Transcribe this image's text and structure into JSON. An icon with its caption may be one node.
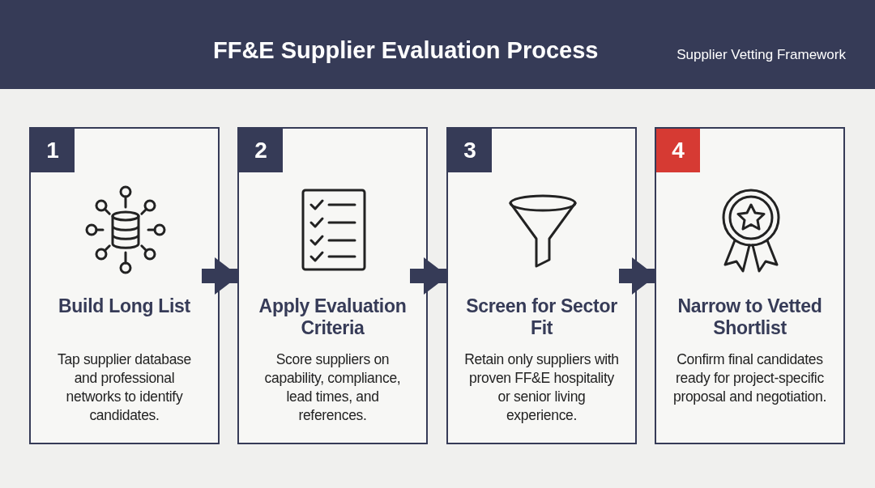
{
  "diagram": {
    "title": "FF&E Supplier Evaluation Process",
    "nodes": [
      {
        "text": [
          "1",
          "Build Long List",
          "Tap supplier database and professional networks to identify candidates."
        ]
      },
      {
        "text": [
          "2",
          "Apply Evaluation Criteria",
          "Score suppliers on capability, compliance, lead times, and references."
        ]
      },
      {
        "text": [
          "3",
          "Screen for Sector Fit",
          "Retain only suppliers with proven FF&E hospitality or senior living experience."
        ]
      },
      {
        "text": [
          "4",
          "Narrow to Vetted Shortlist",
          "Confirm final candidates ready for project-specific proposal and negotiation."
        ]
      }
    ],
    "edges": [
      {
        "from": 0,
        "to": 1,
        "arrow": "to"
      },
      {
        "from": 1,
        "to": 2,
        "arrow": "to"
      },
      {
        "from": 2,
        "to": 3,
        "arrow": "to"
      }
    ],
    "labels": [
      "Supplier Vetting Framework"
    ]
  }
}
